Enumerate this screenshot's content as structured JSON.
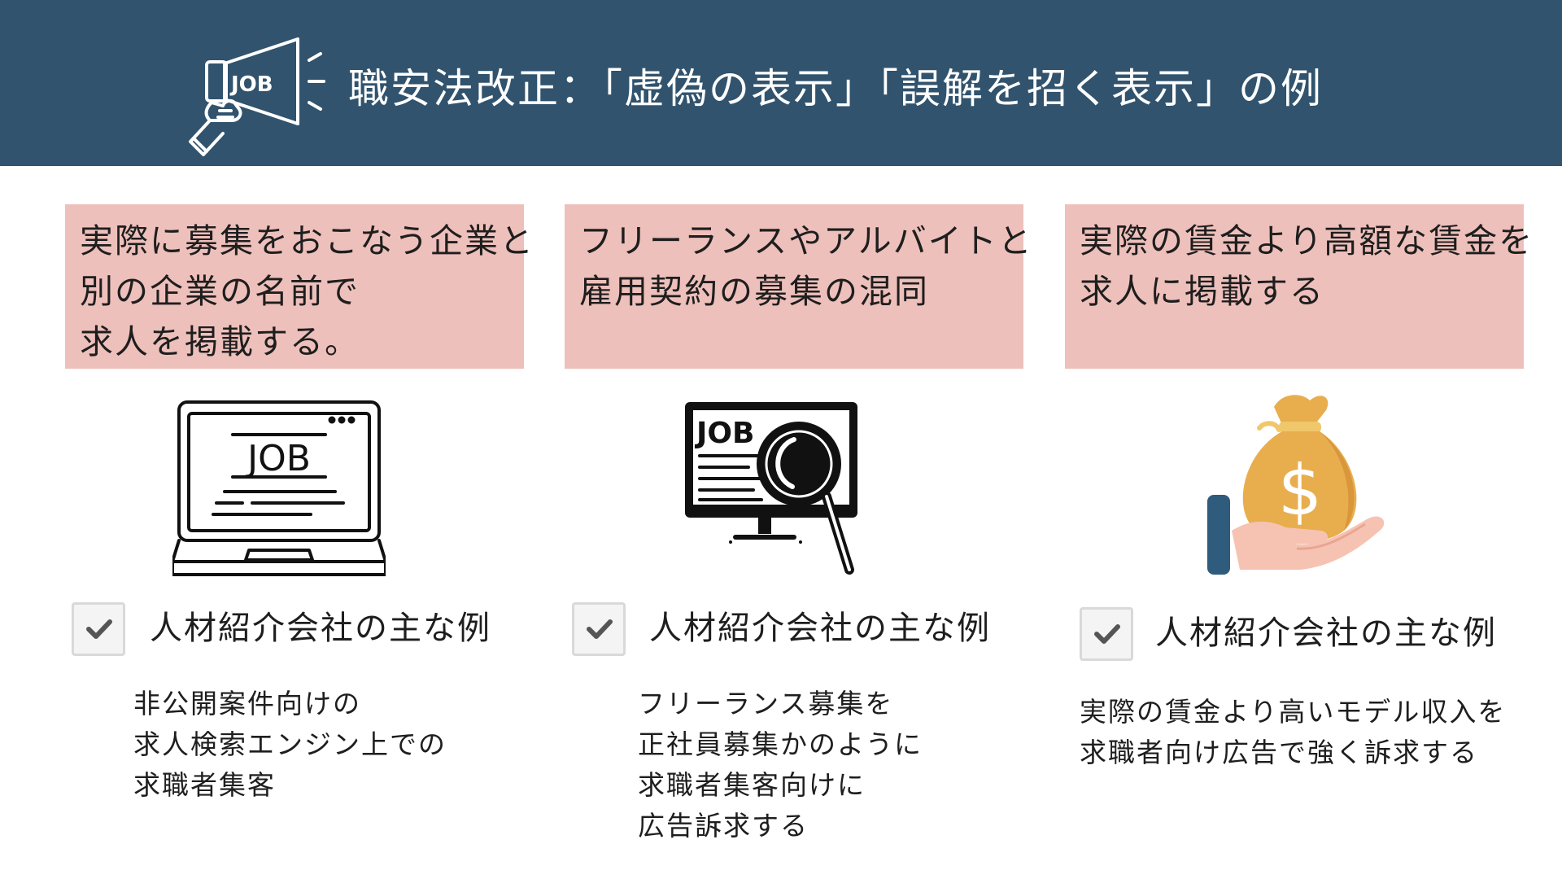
{
  "header": {
    "title": "職安法改正：「虚偽の表示」「誤解を招く表示」の例",
    "icon_text": "JOB",
    "background": "#31536d",
    "icon": "megaphone-icon"
  },
  "columns": [
    {
      "box_lines": [
        "実際に募集をおこなう企業と",
        "別の企業の名前で",
        "求人を掲載する。"
      ],
      "illustration": {
        "icon": "laptop-icon",
        "text": "JOB"
      },
      "check_label": "人材紹介会社の主な例",
      "detail_lines": [
        "非公開案件向けの",
        "求人検索エンジン上での",
        "求職者集客"
      ]
    },
    {
      "box_lines": [
        "フリーランスやアルバイトと",
        "雇用契約の募集の混同"
      ],
      "illustration": {
        "icon": "monitor-magnifier-icon",
        "text": "JOB"
      },
      "check_label": "人材紹介会社の主な例",
      "detail_lines": [
        "フリーランス募集を",
        "正社員募集かのように",
        "求職者集客向けに",
        "広告訴求する"
      ]
    },
    {
      "box_lines": [
        "実際の賃金より高額な賃金を",
        "求人に掲載する"
      ],
      "illustration": {
        "icon": "money-bag-hand-icon",
        "text": "$"
      },
      "check_label": "人材紹介会社の主な例",
      "detail_lines": [
        "実際の賃金より高いモデル収入を",
        "求職者向け広告で強く訴求する"
      ]
    }
  ],
  "colors": {
    "header_bg": "#31536d",
    "pink_box": "#eec0bb",
    "checkmark": "#555555",
    "money_bag": "#e8ae4e",
    "hand": "#f6c3b3",
    "sleeve": "#2f5b7c"
  }
}
